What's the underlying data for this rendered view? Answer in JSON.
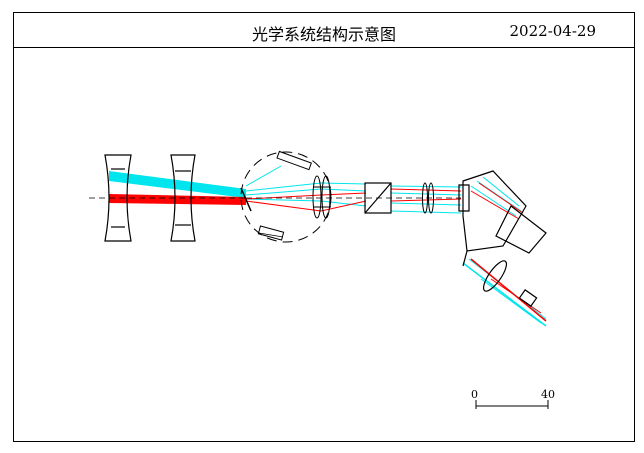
{
  "header": {
    "title": "光学系统结构示意图",
    "date": "2022-04-29"
  },
  "scale_bar": {
    "start_label": "0",
    "end_label": "40"
  },
  "colors": {
    "ray_red": "#ff0000",
    "ray_cyan": "#00e5ee",
    "line": "#000000"
  }
}
